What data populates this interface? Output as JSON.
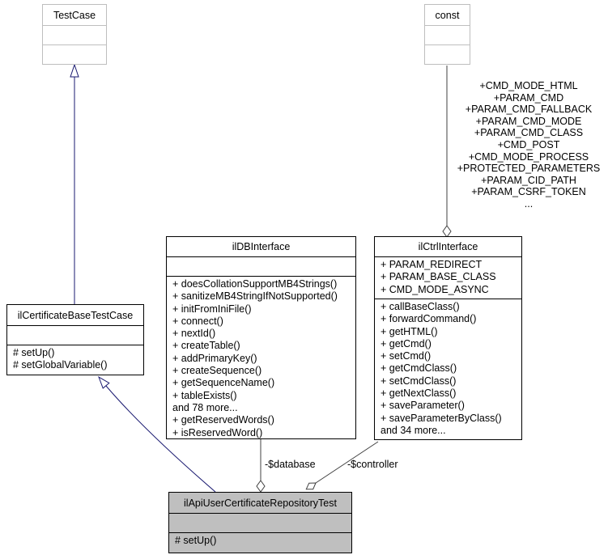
{
  "nodes": {
    "testcase": {
      "title": "TestCase"
    },
    "const_node": {
      "title": "const"
    },
    "ildb": {
      "title": "ilDBInterface",
      "methods": [
        "+ doesCollationSupportMB4Strings()",
        "+ sanitizeMB4StringIfNotSupported()",
        "+ initFromIniFile()",
        "+ connect()",
        "+ nextId()",
        "+ createTable()",
        "+ addPrimaryKey()",
        "+ createSequence()",
        "+ getSequenceName()",
        "+ tableExists()",
        "and 78 more...",
        "+ getReservedWords()",
        "+ isReservedWord()"
      ]
    },
    "ilctrl": {
      "title": "ilCtrlInterface",
      "attributes": [
        "+ PARAM_REDIRECT",
        "+ PARAM_BASE_CLASS",
        "+ CMD_MODE_ASYNC"
      ],
      "methods": [
        "+ callBaseClass()",
        "+ forwardCommand()",
        "+ getHTML()",
        "+ getCmd()",
        "+ setCmd()",
        "+ getCmdClass()",
        "+ setCmdClass()",
        "+ getNextClass()",
        "+ saveParameter()",
        "+ saveParameterByClass()",
        "and 34 more..."
      ]
    },
    "ilcertbase": {
      "title": "ilCertificateBaseTestCase",
      "methods": [
        "# setUp()",
        "# setGlobalVariable()"
      ]
    },
    "ilapitest": {
      "title": "ilApiUserCertificateRepositoryTest",
      "methods": [
        "# setUp()"
      ]
    }
  },
  "edges": {
    "const_ctrl": {
      "label_lines": [
        "+CMD_MODE_HTML",
        "+PARAM_CMD",
        "+PARAM_CMD_FALLBACK",
        "+PARAM_CMD_MODE",
        "+PARAM_CMD_CLASS",
        "+CMD_POST",
        "+CMD_MODE_PROCESS",
        "+PROTECTED_PARAMETERS",
        "+PARAM_CID_PATH",
        "+PARAM_CSRF_TOKEN",
        "..."
      ]
    },
    "database": {
      "label": "-$database"
    },
    "controller": {
      "label": "-$controller"
    }
  },
  "colors": {
    "inheritance_edge": "#191970",
    "aggregation_edge": "#404040",
    "undocumented_border": "#bebebe",
    "focus_node_fill": "#bfbfbf"
  }
}
